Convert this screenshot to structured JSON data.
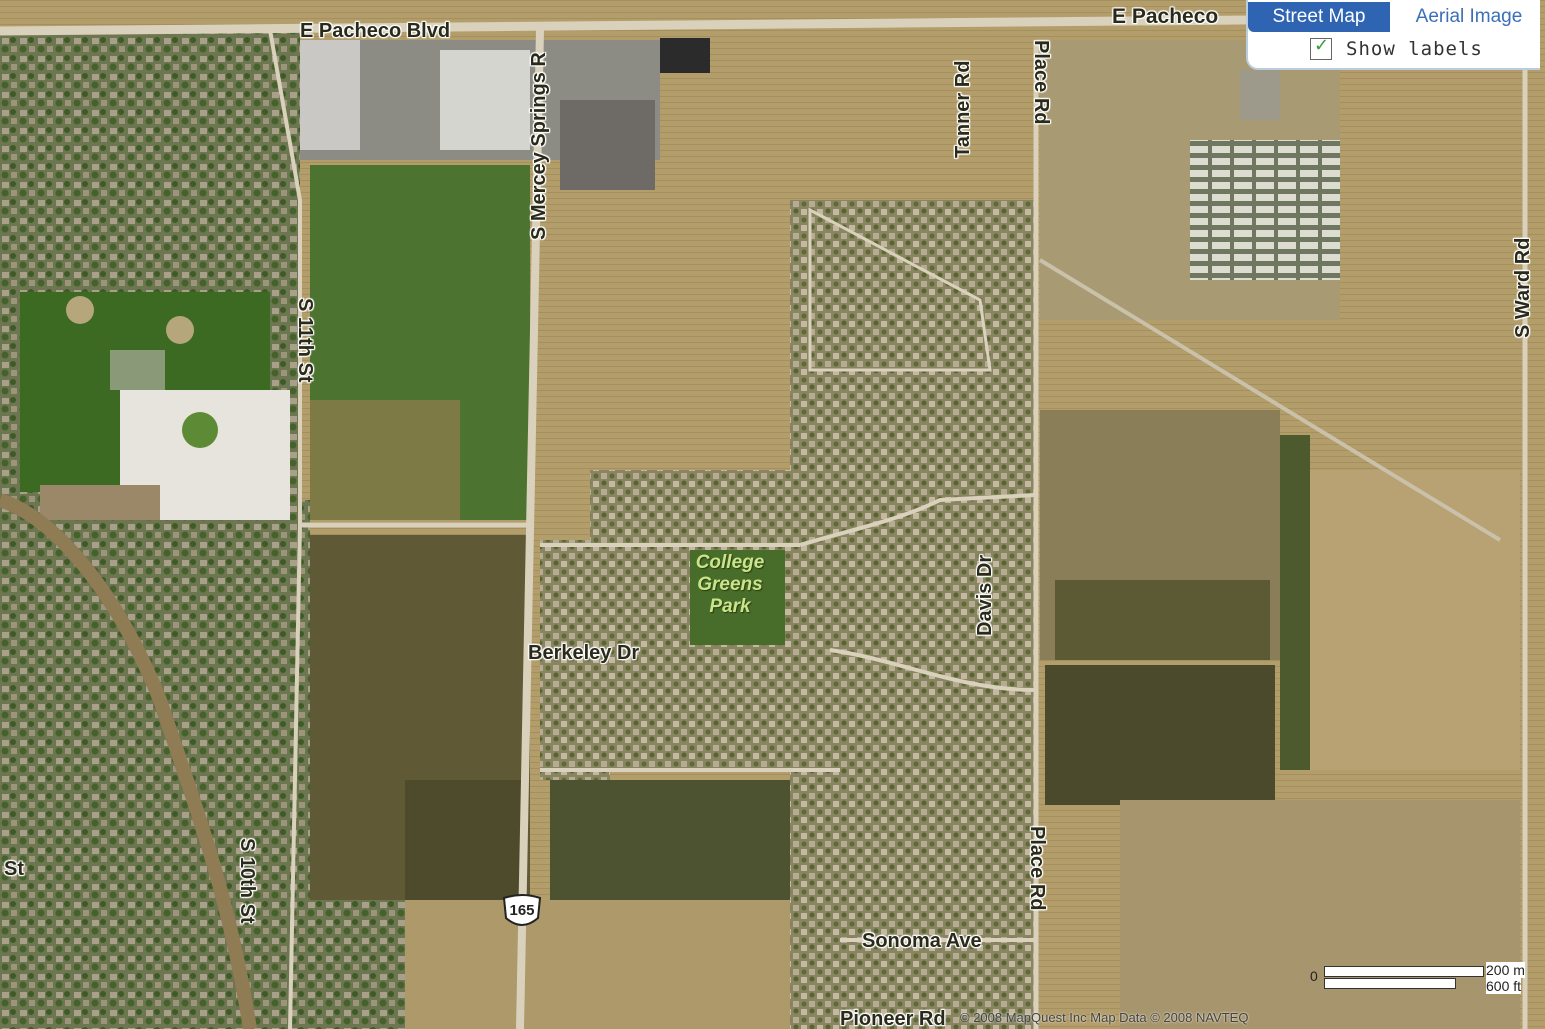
{
  "map_type_control": {
    "street_map_label": "Street Map",
    "aerial_image_label": "Aerial Image",
    "show_labels_text": "Show labels",
    "show_labels_checked": true,
    "active": "Street Map"
  },
  "roads": {
    "e_pacheco_blvd": "E Pacheco Blvd",
    "e_pacheco": "E Pacheco",
    "s_mercey_springs": "S Mercey Springs R",
    "tanner_rd": "Tanner Rd",
    "place_rd_top": "Place Rd",
    "place_rd_bottom": "Place Rd",
    "s_ward_rd": "S Ward Rd",
    "s_11th_st": "S 11th St",
    "s_10th_st": "S 10th St",
    "berkeley_dr": "Berkeley Dr",
    "davis_dr": "Davis Dr",
    "sonoma_ave": "Sonoma Ave",
    "pioneer_rd": "Pioneer Rd",
    "st_fragment": "St"
  },
  "park": {
    "line1": "College",
    "line2": "Greens",
    "line3": "Park"
  },
  "route_shield": "165",
  "scale": {
    "zero": "0",
    "meters": "200 m",
    "feet": "600 ft"
  },
  "copyright": "© 2008 MapQuest Inc Map Data © 2008 NAVTEQ",
  "colors": {
    "road": "#d8cfb8",
    "field_dry": "#b09a68",
    "field_green": "#4f6e2a",
    "field_dark": "#514a2c",
    "residential": "#6f7a52",
    "button_active": "#2f64b2"
  }
}
